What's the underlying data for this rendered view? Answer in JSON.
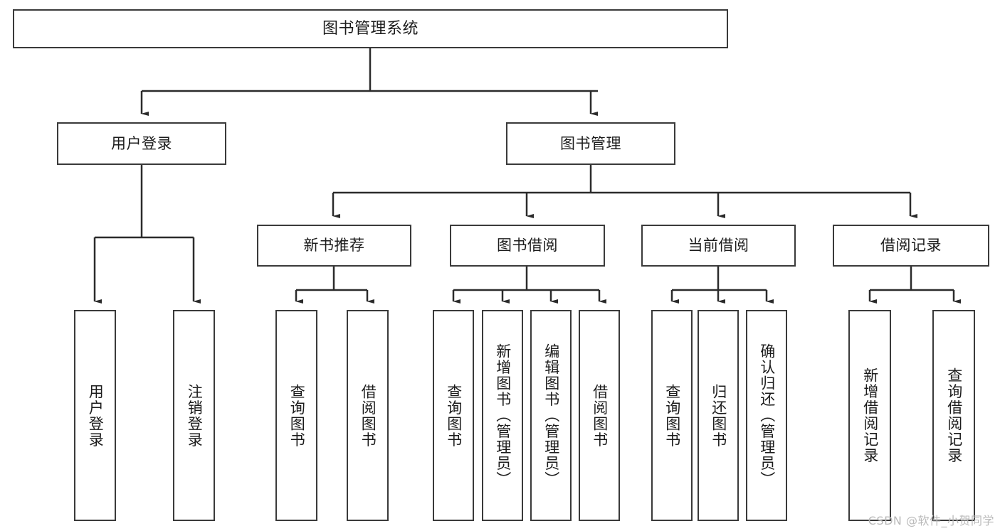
{
  "diagram": {
    "title": "图书管理系统",
    "watermark": "CSDN @软件_小贺同学",
    "nodes": {
      "root": "图书管理系统",
      "l1": [
        "用户登录",
        "图书管理"
      ],
      "l2": [
        "新书推荐",
        "图书借阅",
        "当前借阅",
        "借阅记录"
      ],
      "leaves": {
        "user_login": [
          "用户登录",
          "注销登录"
        ],
        "new_books": [
          "查询图书",
          "借阅图书"
        ],
        "book_borrow": [
          "查询图书",
          "新增图书（管理员）",
          "编辑图书（管理员）",
          "借阅图书"
        ],
        "current_borrow": [
          "查询图书",
          "归还图书",
          "确认归还（管理员）"
        ],
        "borrow_records": [
          "新增借阅记录",
          "查询借阅记录"
        ]
      }
    },
    "colors": {
      "stroke": "#3a3a3a",
      "fill": "#ffffff",
      "text": "#1c1c1c",
      "watermark": "#b9b9b9"
    }
  }
}
